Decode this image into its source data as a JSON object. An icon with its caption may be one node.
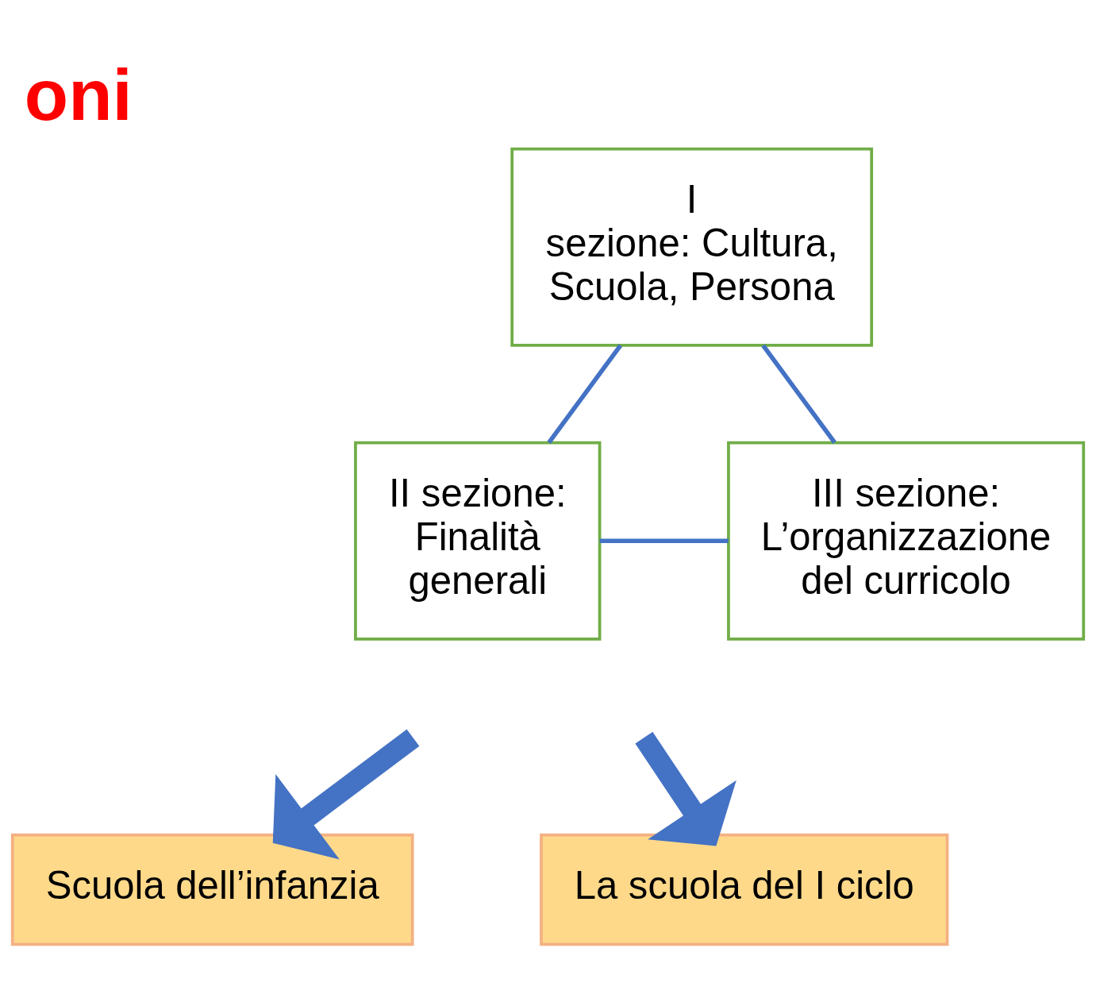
{
  "diagram": {
    "title": "oni",
    "nodes": [
      {
        "text": [
          "I sezione: Cultura, Scuola, Persona"
        ]
      },
      {
        "text": [
          "II sezione: Finalità generali"
        ]
      },
      {
        "text": [
          "III sezione: L’organizzazione del curricolo"
        ]
      },
      {
        "text": [
          "Scuola dell’infanzia"
        ]
      },
      {
        "text": [
          "La scuola del I ciclo"
        ]
      }
    ],
    "edges": [
      {
        "from": 0,
        "to": 1,
        "arrow": "none"
      },
      {
        "from": 0,
        "to": 2,
        "arrow": "none"
      },
      {
        "from": 1,
        "to": 2,
        "arrow": "none"
      },
      {
        "from": null,
        "to": 3,
        "arrow": "to",
        "style": "thick"
      },
      {
        "from": null,
        "to": 4,
        "arrow": "to",
        "style": "thick"
      }
    ]
  }
}
